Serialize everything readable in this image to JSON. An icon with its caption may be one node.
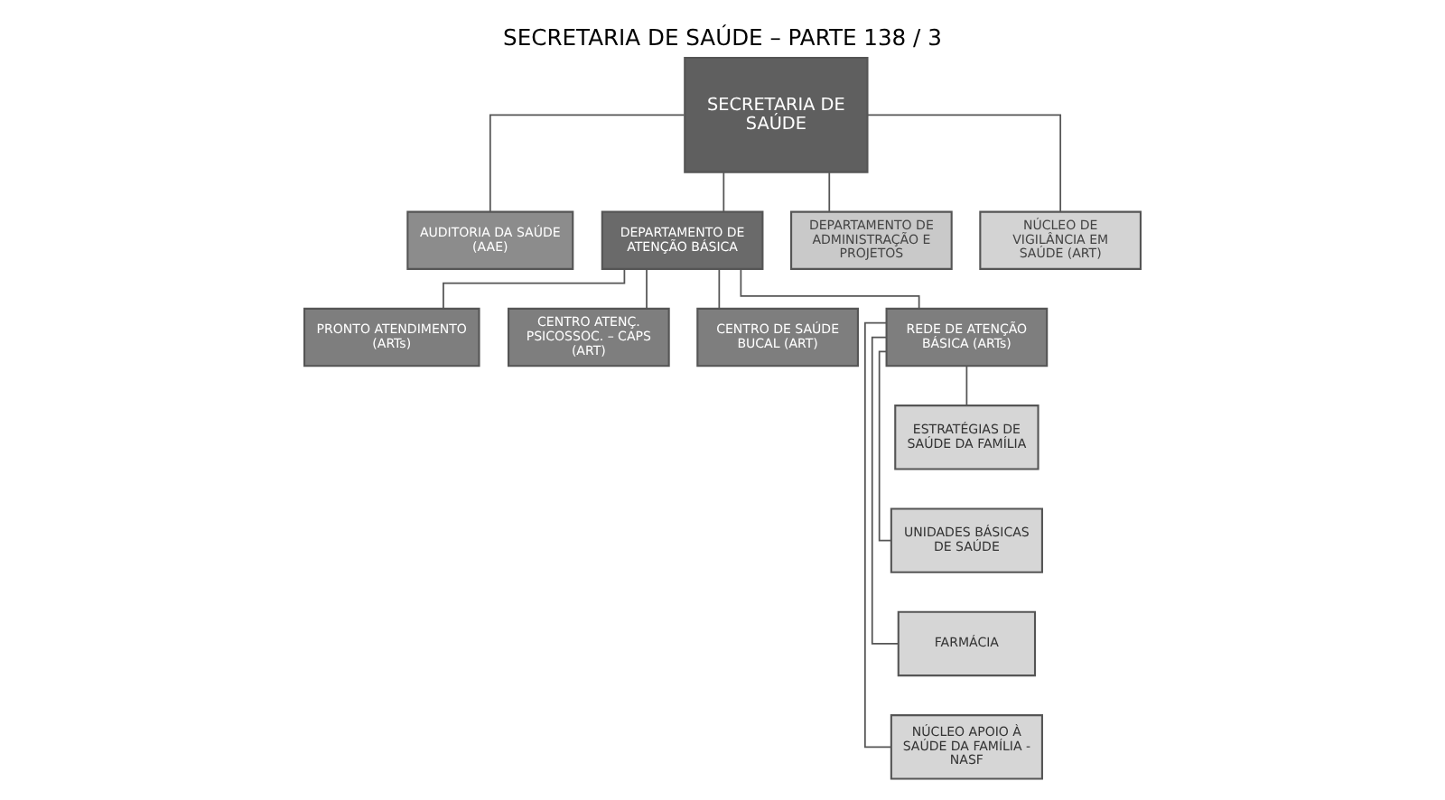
{
  "diagram": {
    "title": "SECRETARIA DE SAÚDE – PARTE 138 / 3",
    "nodes": [
      {
        "text": [
          "SECRETARIA DE SAÚDE"
        ]
      },
      {
        "text": [
          "AUDITORIA DA SAÚDE (AAE)"
        ]
      },
      {
        "text": [
          "DEPARTAMENTO DE ATENÇÃO BÁSICA"
        ]
      },
      {
        "text": [
          "DEPARTAMENTO DE ADMINISTRAÇÃO E PROJETOS"
        ]
      },
      {
        "text": [
          "NÚCLEO DE VIGILÂNCIA EM SAÚDE (ART)"
        ]
      },
      {
        "text": [
          "PRONTO ATENDIMENTO (ARTs)"
        ]
      },
      {
        "text": [
          "CENTRO ATENÇ. PSICOSSOC. – CAPS (ART)"
        ]
      },
      {
        "text": [
          "CENTRO DE SAÚDE BUCAL (ART)"
        ]
      },
      {
        "text": [
          "REDE DE ATENÇÃO BÁSICA (ARTs)"
        ]
      },
      {
        "text": [
          "ESTRATÉGIAS DE SAÚDE DA FAMÍLIA"
        ]
      },
      {
        "text": [
          "UNIDADES BÁSICAS DE SAÚDE"
        ]
      },
      {
        "text": [
          "FARMÁCIA"
        ]
      },
      {
        "text": [
          "NÚCLEO APOIO À SAÚDE DA FAMÍLIA - NASF"
        ]
      }
    ],
    "edges": [
      {
        "from": 0,
        "to": 1,
        "arrow": "none"
      },
      {
        "from": 0,
        "to": 2,
        "arrow": "none"
      },
      {
        "from": 0,
        "to": 3,
        "arrow": "none"
      },
      {
        "from": 0,
        "to": 4,
        "arrow": "none"
      },
      {
        "from": 2,
        "to": 5,
        "arrow": "none"
      },
      {
        "from": 2,
        "to": 6,
        "arrow": "none"
      },
      {
        "from": 2,
        "to": 7,
        "arrow": "none"
      },
      {
        "from": 2,
        "to": 8,
        "arrow": "none"
      },
      {
        "from": 8,
        "to": 9,
        "arrow": "none"
      },
      {
        "from": 8,
        "to": 10,
        "arrow": "none"
      },
      {
        "from": 8,
        "to": 11,
        "arrow": "none"
      },
      {
        "from": 8,
        "to": 12,
        "arrow": "none"
      }
    ]
  }
}
